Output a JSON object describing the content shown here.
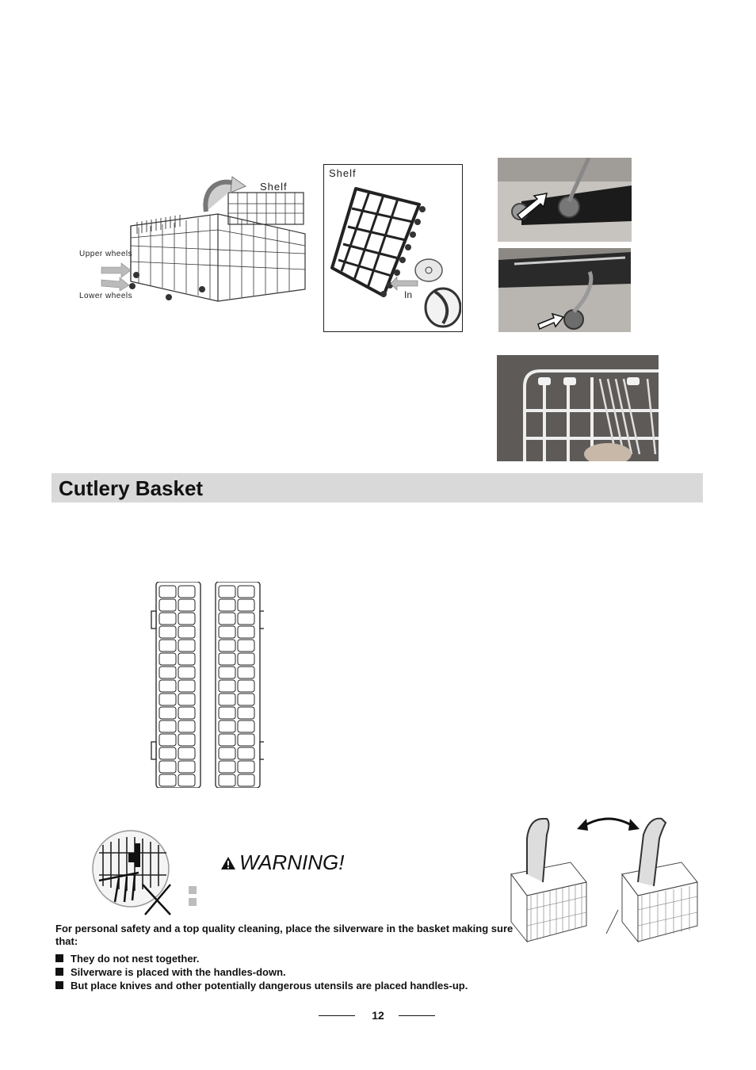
{
  "figure_labels": {
    "shelf_1": "Shelf",
    "upper_wheels": "Upper wheels",
    "lower_wheels": "Lower wheels",
    "shelf_2": "Shelf",
    "in": "In"
  },
  "section": {
    "title": "Cutlery Basket"
  },
  "warning": {
    "title": "WARNING!"
  },
  "safety": {
    "intro": "For personal safety and a  top quality cleaning, place the silverware in the basket making sure that:",
    "bullets": [
      "They do not nest together.",
      "Silverware is placed  with the handles-down.",
      "But place knives and other potentially  dangerous utensils are placed handles-up."
    ]
  },
  "page": {
    "number": "12"
  }
}
